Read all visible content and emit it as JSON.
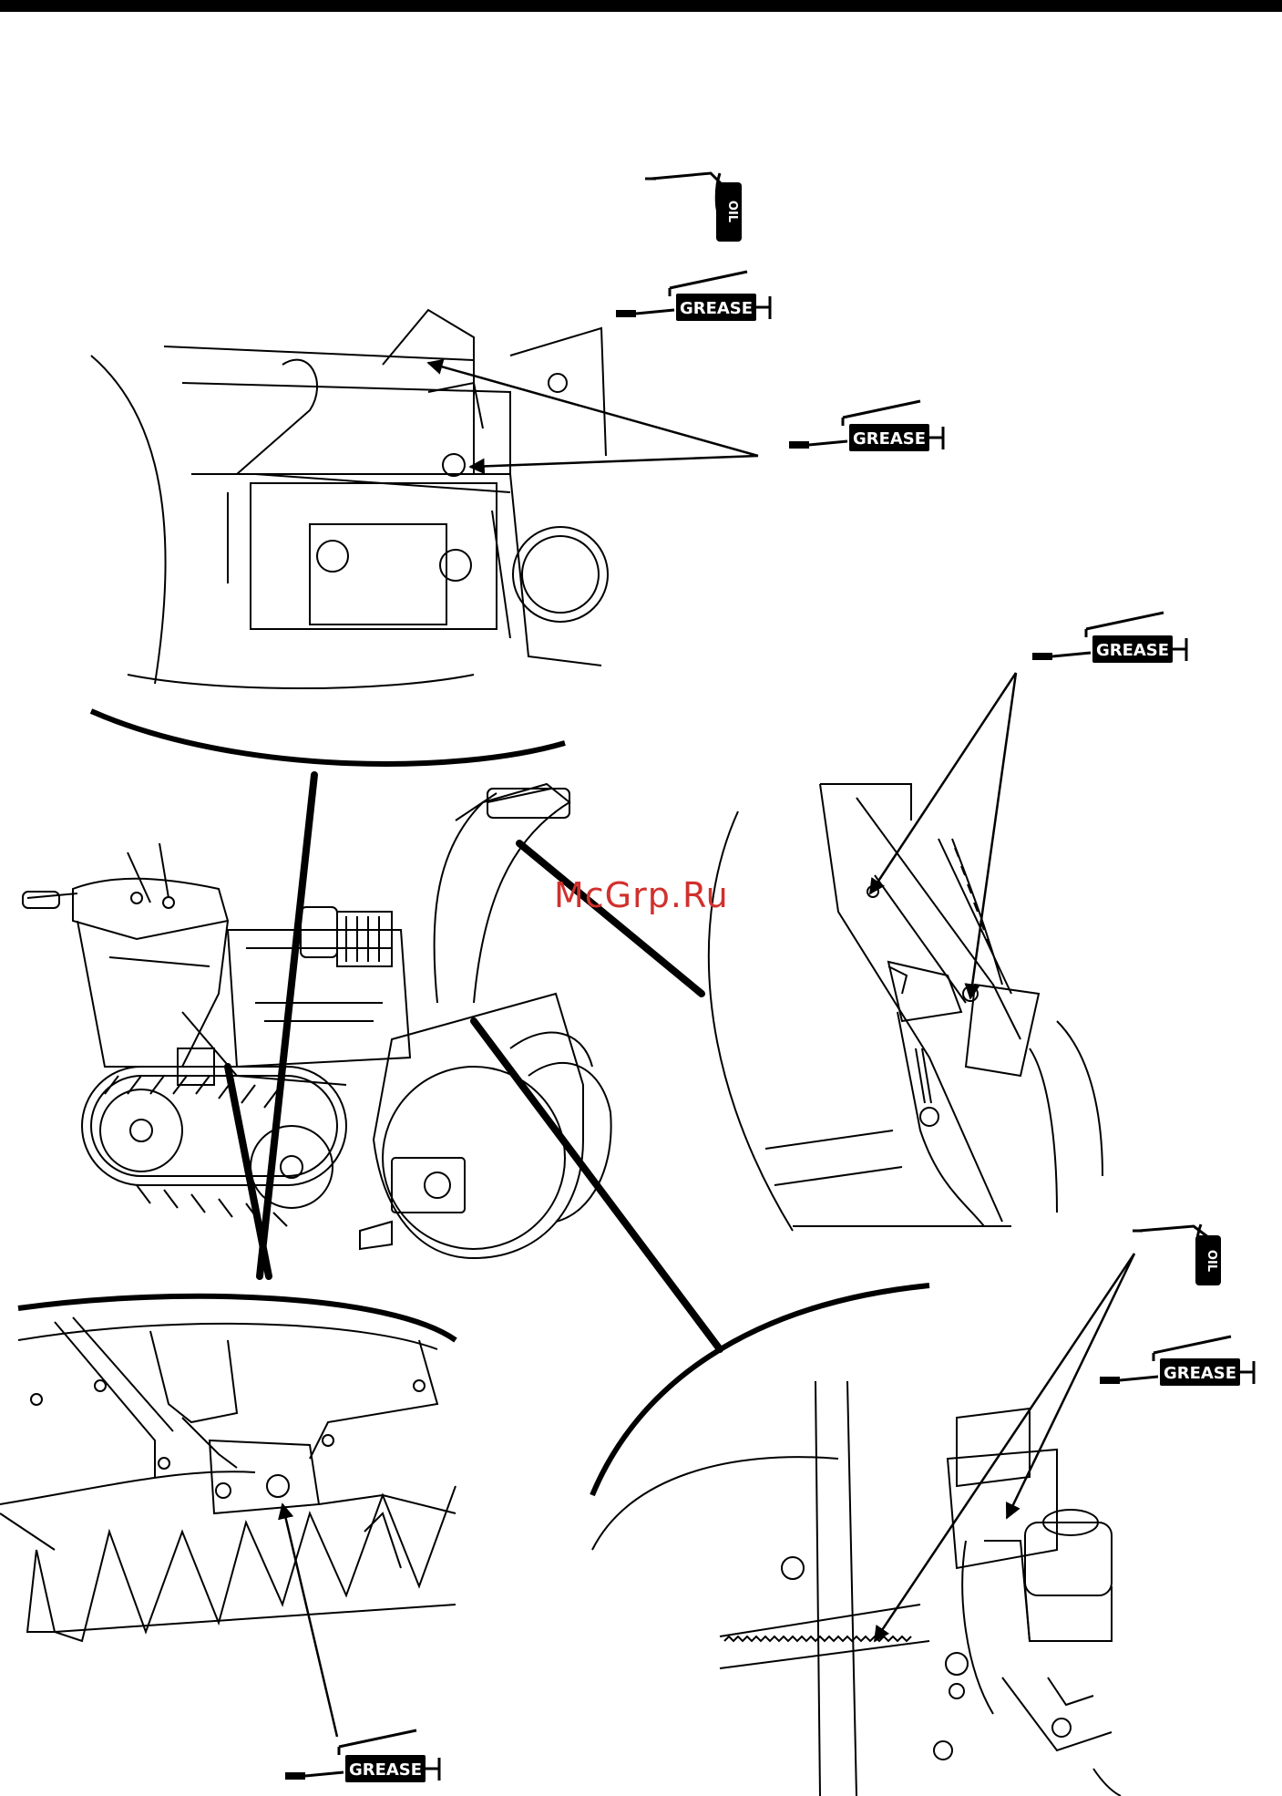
{
  "page": {
    "title": ""
  },
  "labels": {
    "oil": "OIL",
    "grease": "GREASE"
  },
  "watermark": {
    "text": "McGrp.Ru",
    "color": "#d0312d"
  },
  "icons": [
    "oil-can-icon",
    "grease-gun-icon"
  ],
  "colors": {
    "ink": "#000000",
    "paper": "#ffffff"
  }
}
